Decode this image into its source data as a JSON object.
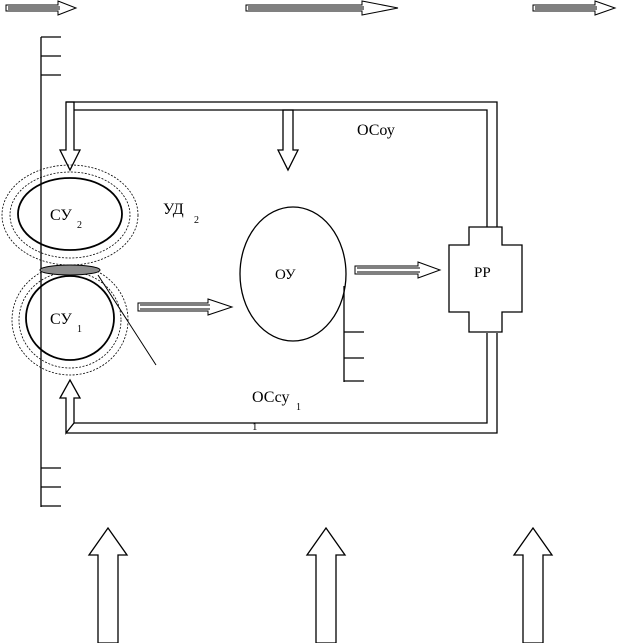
{
  "labels": {
    "su2_main": "СУ",
    "su2_sub": "2",
    "su1_main": "СУ",
    "su1_sub": "1",
    "ud2_main": "УД",
    "ud2_sub": "2",
    "ou": "ОУ",
    "rr": "РР",
    "osou": "ОСоу",
    "ossu1_main": "ОСсу",
    "ossu1_sub": "1",
    "stray_one": "1"
  }
}
